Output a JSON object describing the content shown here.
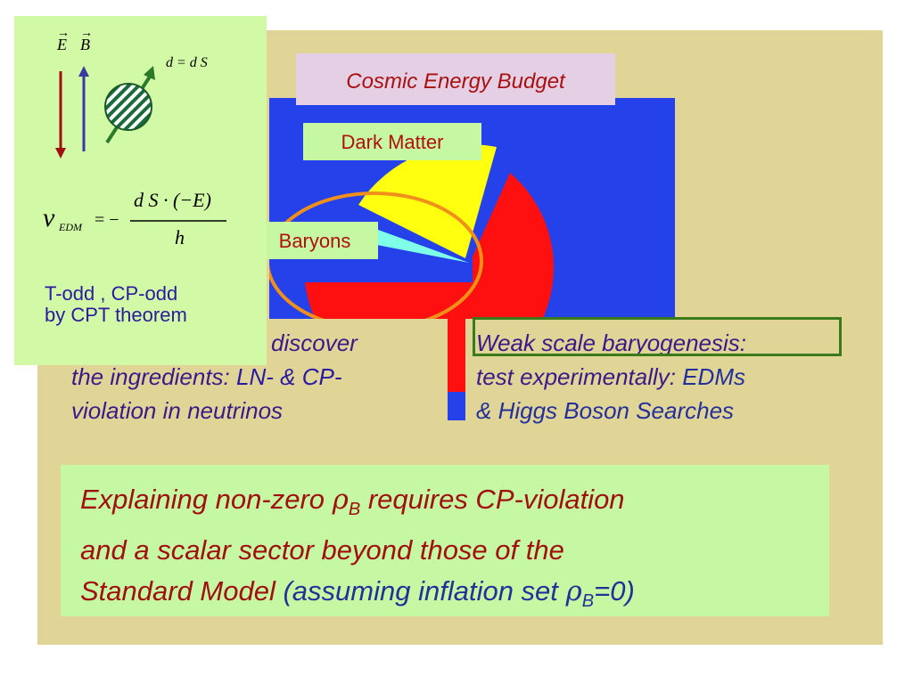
{
  "title": "Cosmic Energy Budget",
  "labels": {
    "dark_matter": "Dark Matter",
    "baryons": "Baryons"
  },
  "left_text": {
    "line1": "discover",
    "line2_a": "the ingredients:",
    "line2_b": " LN- & CP-",
    "line3": "violation in neutrinos"
  },
  "right_text": {
    "line1": "Weak scale baryogenesis:",
    "line2_a": "test experimentally:",
    "line2_b": " EDMs",
    "line3": "& Higgs Boson Searches"
  },
  "bottom": {
    "part1": "Explaining non-zero ",
    "rho": "ρ",
    "sub_b": "B",
    "part2": " requires CP-violation",
    "line2": "and a scalar sector beyond those of the",
    "line3_a": "Standard Model",
    "line3_b": " (assuming inflation set ",
    "rho2": "ρ",
    "sub_b2": "B",
    "line3_c": "=0)"
  },
  "edm_panel": {
    "e_label": "E",
    "b_label": "B",
    "d_eq": "d = d S",
    "nu": "ν",
    "nu_sub": "EDM",
    "equals": "= −",
    "numerator": "d S · (−E)",
    "denominator": "h",
    "todd_line1": "T-odd , CP-odd",
    "todd_line2": "by CPT theorem"
  },
  "colors": {
    "panel_bg": "#e0d597",
    "chart_bg": "#2541ea",
    "dark_matter": "#ffff10",
    "baryons": "#80ffe8",
    "dark_energy": "#ff1010",
    "label_green": "#c6f7a2"
  }
}
